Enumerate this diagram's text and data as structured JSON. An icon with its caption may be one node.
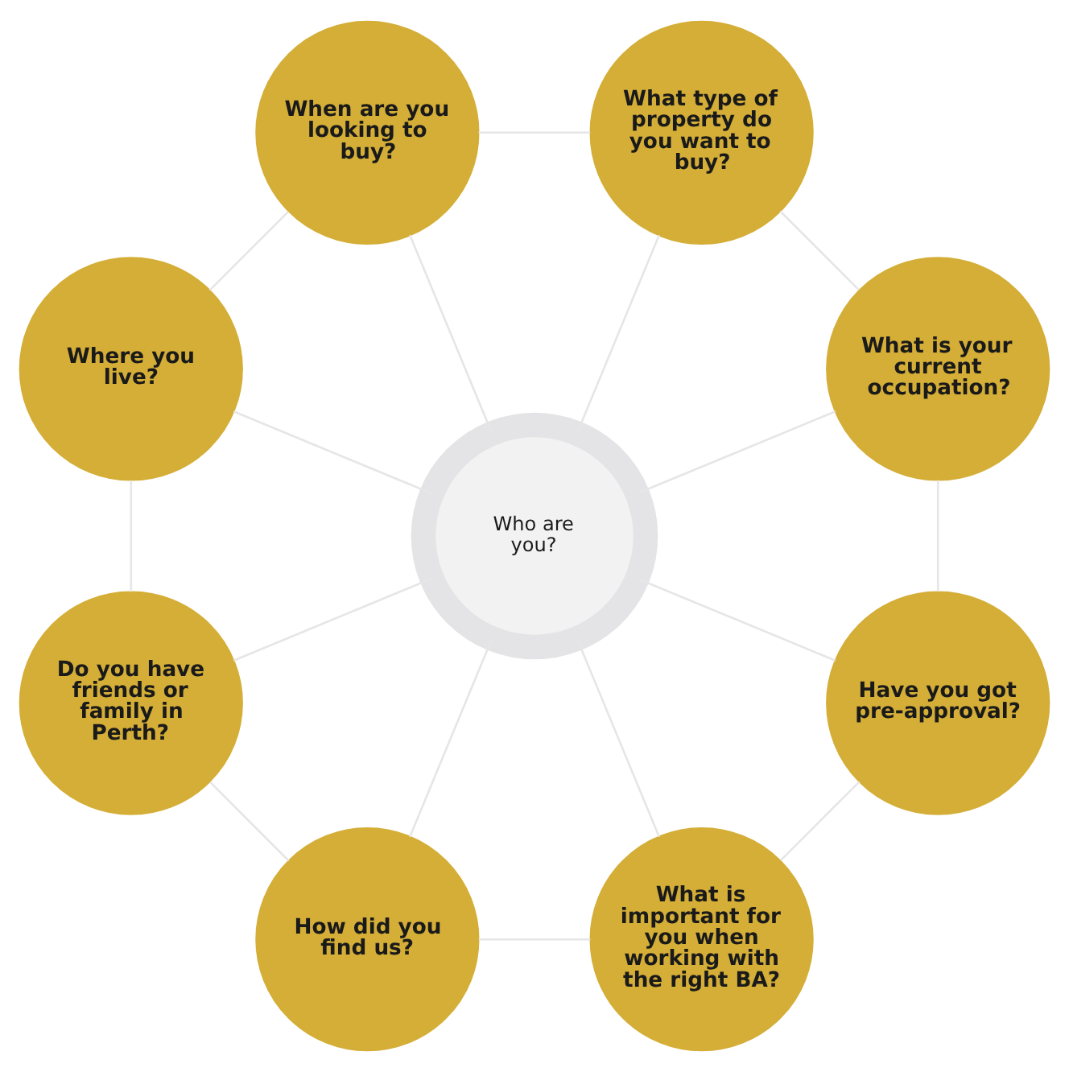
{
  "diagram": {
    "nodes": [
      {
        "text": [
          "Who are you?"
        ]
      },
      {
        "text": [
          "When are you looking to buy?"
        ]
      },
      {
        "text": [
          "What type of property do you want to buy?"
        ]
      },
      {
        "text": [
          "What is your current occupation?"
        ]
      },
      {
        "text": [
          "Have you got pre-approval?"
        ]
      },
      {
        "text": [
          "What is important for you when working with the right BA?"
        ]
      },
      {
        "text": [
          "How did you find us?"
        ]
      },
      {
        "text": [
          "Do you have friends or family in Perth?"
        ]
      },
      {
        "text": [
          "Where you live?"
        ]
      }
    ],
    "edges": [
      {
        "from": 0,
        "to": 1,
        "arrow": "none"
      },
      {
        "from": 0,
        "to": 2,
        "arrow": "none"
      },
      {
        "from": 0,
        "to": 3,
        "arrow": "none"
      },
      {
        "from": 0,
        "to": 4,
        "arrow": "none"
      },
      {
        "from": 0,
        "to": 5,
        "arrow": "none"
      },
      {
        "from": 0,
        "to": 6,
        "arrow": "none"
      },
      {
        "from": 0,
        "to": 7,
        "arrow": "none"
      },
      {
        "from": 0,
        "to": 8,
        "arrow": "none"
      },
      {
        "from": 1,
        "to": 2,
        "arrow": "none"
      },
      {
        "from": 2,
        "to": 3,
        "arrow": "none"
      },
      {
        "from": 3,
        "to": 4,
        "arrow": "none"
      },
      {
        "from": 4,
        "to": 5,
        "arrow": "none"
      },
      {
        "from": 5,
        "to": 6,
        "arrow": "none"
      },
      {
        "from": 6,
        "to": 7,
        "arrow": "none"
      },
      {
        "from": 7,
        "to": 8,
        "arrow": "none"
      },
      {
        "from": 8,
        "to": 1,
        "arrow": "none"
      }
    ]
  }
}
